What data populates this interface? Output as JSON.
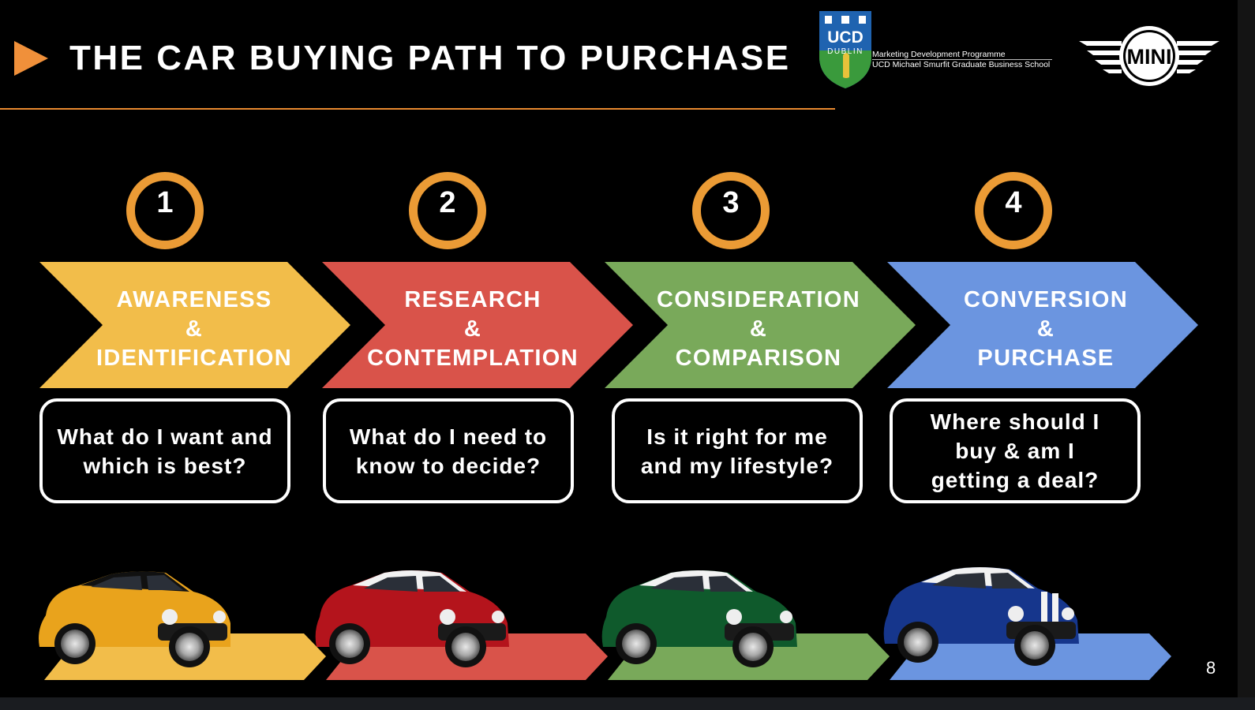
{
  "slide": {
    "title": "THE CAR BUYING PATH TO PURCHASE",
    "page_number": "8"
  },
  "logos": {
    "ucd": {
      "crest_text_1": "UCD",
      "crest_text_2": "DUBLIN",
      "line_1": "Marketing Development Programme",
      "line_2": "UCD Michael Smurfit Graduate Business School"
    },
    "mini": {
      "text": "MINI"
    }
  },
  "colors": {
    "accent": "#f0903a",
    "step_circle": "#eb9b35",
    "stage_1": "#f2bd4a",
    "stage_2": "#d9534a",
    "stage_3": "#79a95a",
    "stage_4": "#6b95e0"
  },
  "steps": [
    {
      "number": "1",
      "label_lines": [
        "AWARENESS",
        "&",
        "IDENTIFICATION"
      ],
      "question": "What do I want and which is best?",
      "car": "yellow-mini-car",
      "car_body_color": "#e9a31c"
    },
    {
      "number": "2",
      "label_lines": [
        "RESEARCH",
        "&",
        "CONTEMPLATION"
      ],
      "question": "What do I need to know to decide?",
      "car": "red-mini-car",
      "car_body_color": "#b4141c"
    },
    {
      "number": "3",
      "label_lines": [
        "CONSIDERATION",
        "&",
        "COMPARISON"
      ],
      "question": "Is it right for me and my lifestyle?",
      "car": "green-mini-car",
      "car_body_color": "#0f5a2c"
    },
    {
      "number": "4",
      "label_lines": [
        "CONVERSION",
        "&",
        "PURCHASE"
      ],
      "question": "Where should I buy & am I getting a deal?",
      "car": "blue-mini-car",
      "car_body_color": "#16368c"
    }
  ]
}
